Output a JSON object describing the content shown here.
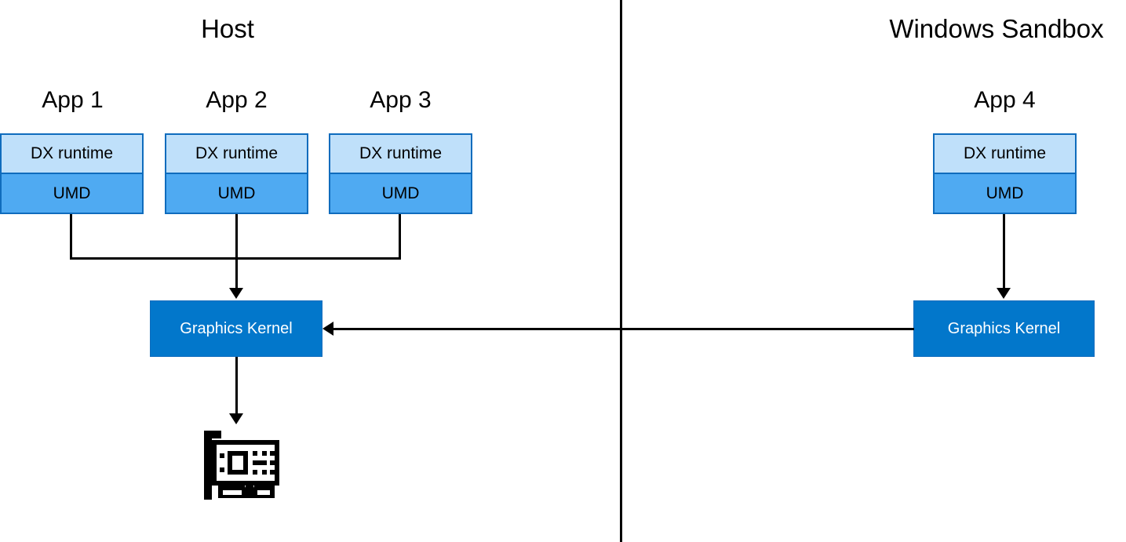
{
  "diagram": {
    "title_host": "Host",
    "title_sandbox": "Windows Sandbox",
    "colors": {
      "dx_runtime_fill": "#BFE0FA",
      "umd_fill": "#4FAAF2",
      "box_border": "#0F6CBD",
      "kernel_fill": "#0277CB",
      "kernel_text": "#FFFFFF",
      "line": "#000000",
      "background": "#FFFFFF"
    },
    "apps": [
      {
        "label": "App 1",
        "runtime": "DX runtime",
        "umd": "UMD"
      },
      {
        "label": "App 2",
        "runtime": "DX runtime",
        "umd": "UMD"
      },
      {
        "label": "App 3",
        "runtime": "DX runtime",
        "umd": "UMD"
      },
      {
        "label": "App 4",
        "runtime": "DX runtime",
        "umd": "UMD"
      }
    ],
    "kernels": [
      {
        "label": "Graphics Kernel"
      },
      {
        "label": "Graphics Kernel"
      }
    ],
    "gpu": {
      "name": "graphics-card-icon"
    }
  }
}
